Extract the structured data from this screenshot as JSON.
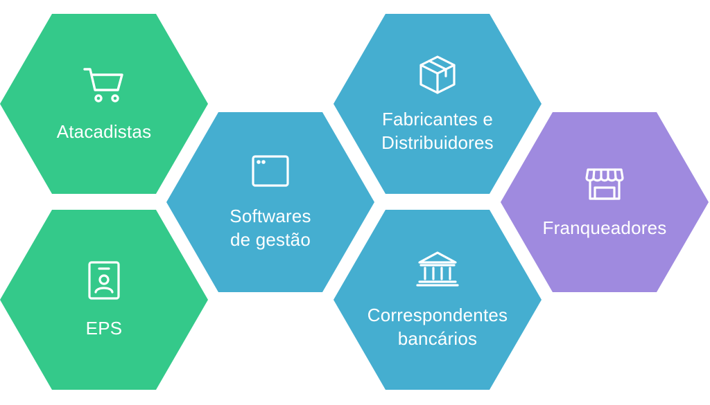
{
  "colors": {
    "green": "#34c98a",
    "blue": "#45aed0",
    "purple": "#9f8adf",
    "text": "#ffffff"
  },
  "hexagons": [
    {
      "label": "Atacadistas",
      "icon": "shopping-cart-icon",
      "color": "green"
    },
    {
      "label": "EPS",
      "icon": "id-badge-icon",
      "color": "green"
    },
    {
      "label": "Softwares\nde gestão",
      "icon": "browser-window-icon",
      "color": "blue"
    },
    {
      "label": "Fabricantes e\nDistribuidores",
      "icon": "box-icon",
      "color": "blue"
    },
    {
      "label": "Correspondentes\nbancários",
      "icon": "bank-icon",
      "color": "blue"
    },
    {
      "label": "Franqueadores",
      "icon": "storefront-icon",
      "color": "purple"
    }
  ]
}
